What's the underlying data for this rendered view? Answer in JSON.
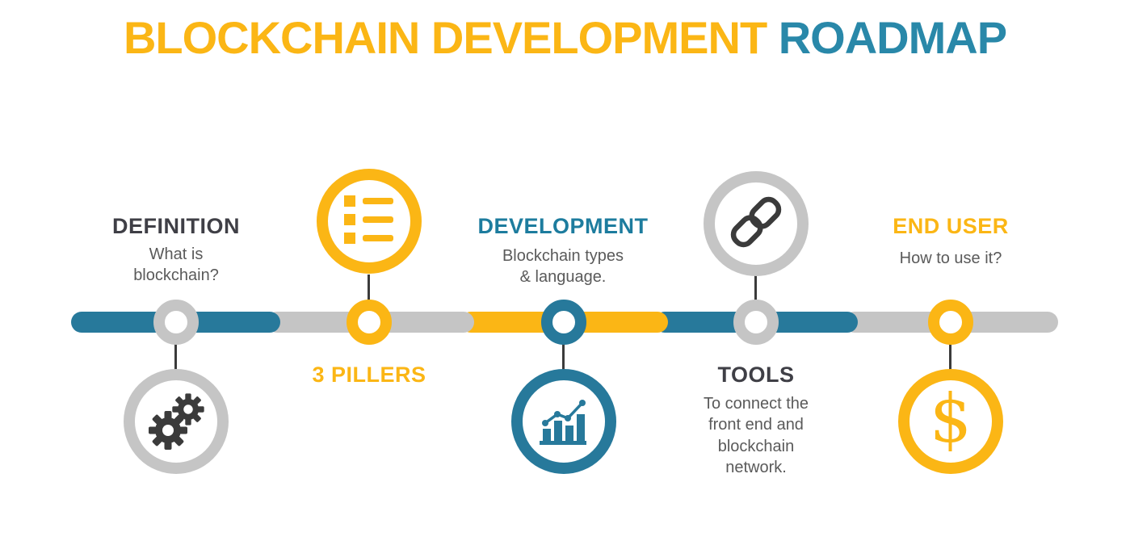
{
  "title": {
    "part1": "BLOCKCHAIN DEVELOPMENT",
    "part2": "ROADMAP"
  },
  "palette": {
    "yellow": "#FBB615",
    "teal": "#27799B",
    "title_teal": "#2988A9",
    "gray": "#C5C5C5",
    "dark": "#3B3B3B",
    "heading_dark": "#3F3F46",
    "description_gray": "#5A5A5A"
  },
  "timeline": {
    "segment_colors": [
      "teal",
      "gray",
      "yellow",
      "teal",
      "gray"
    ],
    "node_colors": [
      "gray",
      "yellow",
      "teal",
      "gray",
      "yellow"
    ]
  },
  "milestones": [
    {
      "label": "DEFINITION",
      "description": "What is\nblockchain?",
      "icon": "gears-icon",
      "circle_color": "gray",
      "layout": "text-above-circle-below"
    },
    {
      "label": "3 PILLERS",
      "description": "",
      "icon": "bullet-list-icon",
      "circle_color": "yellow",
      "layout": "circle-above-text-below"
    },
    {
      "label": "DEVELOPMENT",
      "description": "Blockchain types\n& language.",
      "icon": "bar-chart-icon",
      "circle_color": "teal",
      "layout": "text-above-circle-below"
    },
    {
      "label": "TOOLS",
      "description": "To connect the\nfront end and\nblockchain\nnetwork.",
      "icon": "chain-link-icon",
      "circle_color": "gray",
      "layout": "circle-above-text-below"
    },
    {
      "label": "END USER",
      "description": "How to use it?",
      "icon": "dollar-icon",
      "circle_color": "yellow",
      "layout": "text-above-circle-below"
    }
  ],
  "glyphs": {
    "dollar": "$"
  }
}
